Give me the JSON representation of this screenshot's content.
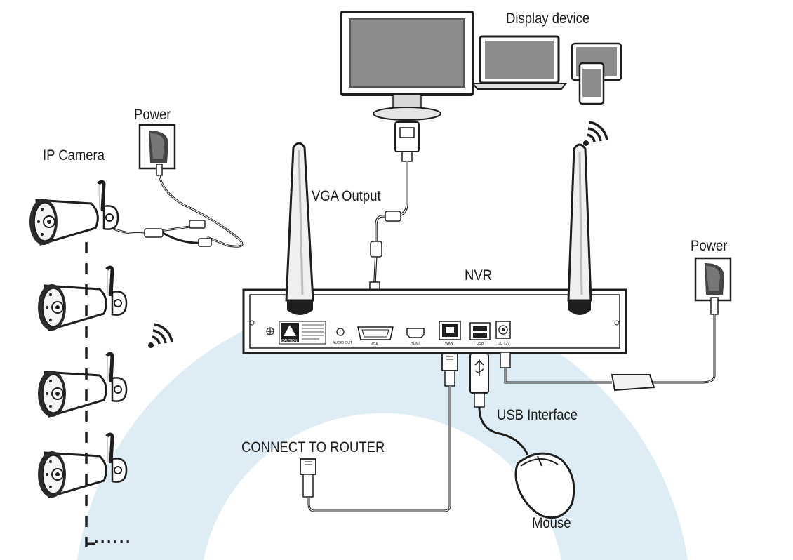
{
  "labels": {
    "display_device": "Display device",
    "power_top": "Power",
    "ip_camera": "IP Camera",
    "vga_output": "VGA Output",
    "nvr": "NVR",
    "power_right": "Power",
    "usb_interface": "USB Interface",
    "connect_to_router": "CONNECT TO ROUTER",
    "mouse": "Mouse"
  },
  "port_labels": {
    "audio_out": "AUDIO OUT",
    "vga": "VGA",
    "hdmi": "HDMI",
    "wan": "WAN",
    "usb": "USB",
    "dc": "DC 12V",
    "caution": "CAUTION"
  },
  "continuation_marker": "......",
  "colors": {
    "background_arc": "#deedf5",
    "outline": "#1e1e1e",
    "nvr_fill": "#ffffff"
  }
}
